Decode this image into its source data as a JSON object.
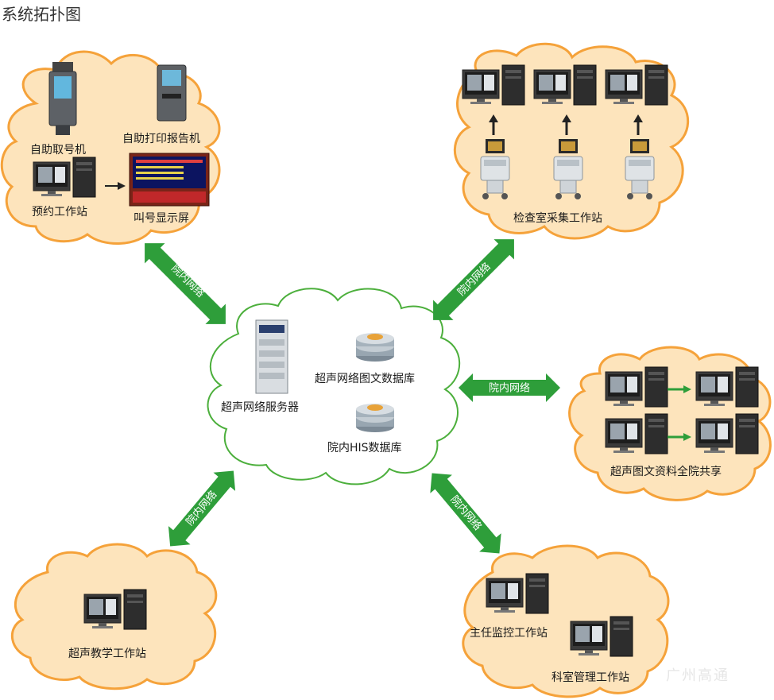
{
  "title": "系统拓扑图",
  "watermark": "广州高通",
  "clouds": {
    "top_left": {
      "kiosk_queue": "自助取号机",
      "kiosk_report": "自助打印报告机",
      "booking_station": "预约工作站",
      "call_display": "叫号显示屏"
    },
    "top_right": {
      "exam_capture": "检查室采集工作站"
    },
    "center": {
      "server": "超声网络服务器",
      "db_image_text": "超声网络图文数据库",
      "db_his": "院内HIS数据库"
    },
    "right": {
      "share": "超声图文资料全院共享"
    },
    "bottom_left": {
      "teaching": "超声教学工作站"
    },
    "bottom_right": {
      "director": "主任监控工作站",
      "dept_mgmt": "科室管理工作站"
    }
  },
  "links": {
    "top_left": "院内网络",
    "top_right": "院内网络",
    "right": "院内网络",
    "bottom_left": "院内网络",
    "bottom_right": "院内网络"
  },
  "colors": {
    "cloud_fill": "#fde4bc",
    "cloud_stroke": "#f5a23a",
    "center_stroke": "#4caf3c",
    "arrow": "#2e9e3a"
  }
}
